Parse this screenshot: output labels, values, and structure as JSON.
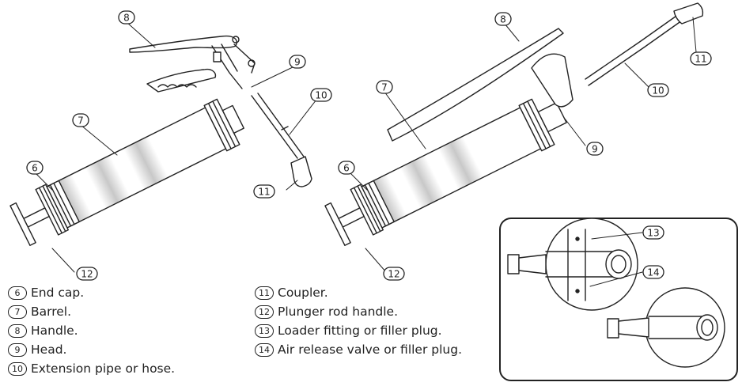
{
  "callouts": {
    "l6": "6",
    "l7": "7",
    "l8": "8",
    "l9": "9",
    "l10": "10",
    "l11": "11",
    "l12": "12",
    "r6": "6",
    "r7": "7",
    "r8": "8",
    "r9": "9",
    "r10": "10",
    "r11": "11",
    "r12": "12",
    "i13": "13",
    "i14": "14"
  },
  "legend": {
    "left": [
      {
        "num": "6",
        "text": "End cap."
      },
      {
        "num": "7",
        "text": "Barrel."
      },
      {
        "num": "8",
        "text": "Handle."
      },
      {
        "num": "9",
        "text": "Head."
      },
      {
        "num": "10",
        "text": "Extension pipe or hose."
      }
    ],
    "right": [
      {
        "num": "11",
        "text": "Coupler."
      },
      {
        "num": "12",
        "text": "Plunger rod handle."
      },
      {
        "num": "13",
        "text": "Loader fitting or filler plug."
      },
      {
        "num": "14",
        "text": "Air release valve or filler plug."
      }
    ]
  }
}
